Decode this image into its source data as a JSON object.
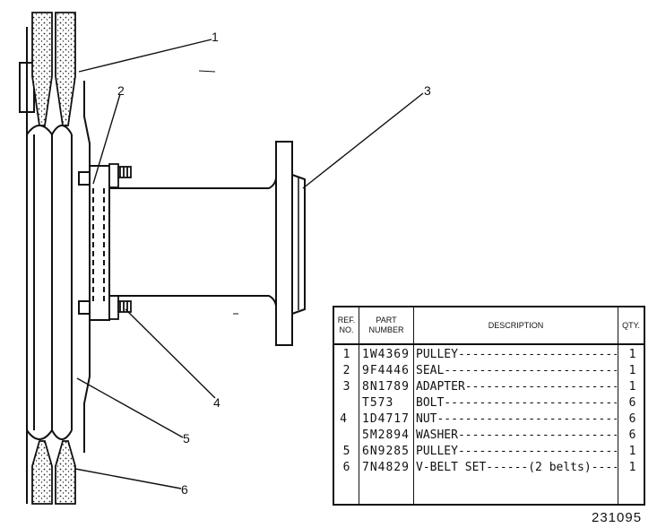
{
  "callouts": [
    "1",
    "2",
    "3",
    "4",
    "5",
    "6"
  ],
  "table": {
    "headers": {
      "ref": [
        "REF.",
        "NO."
      ],
      "part": [
        "PART",
        "NUMBER"
      ],
      "description": "DESCRIPTION",
      "qty": "QTY."
    },
    "rows": [
      {
        "ref": "1",
        "part": "1W4369",
        "description": "PULLEY--------------------------------",
        "qty": "1"
      },
      {
        "ref": "2",
        "part": "9F4446",
        "description": "SEAL----------------------------------",
        "qty": "1"
      },
      {
        "ref": "3",
        "part": "8N1789",
        "description": "ADAPTER-------------------------------",
        "qty": "1"
      },
      {
        "ref": "",
        "part": "T573",
        "description": "BOLT----------------------------------",
        "qty": "6"
      },
      {
        "ref": "4",
        "part": "1D4717",
        "description": "NUT-----------------------------------",
        "qty": "6"
      },
      {
        "ref": "",
        "part": "5M2894",
        "description": "WASHER--------------------------------",
        "qty": "6"
      },
      {
        "ref": "5",
        "part": "6N9285",
        "description": "PULLEY--------------------------------",
        "qty": "1"
      },
      {
        "ref": "6",
        "part": "7N4829",
        "description": "V-BELT SET------(2 belts)-----------",
        "qty": "1"
      }
    ]
  },
  "drawing_code": "231095"
}
